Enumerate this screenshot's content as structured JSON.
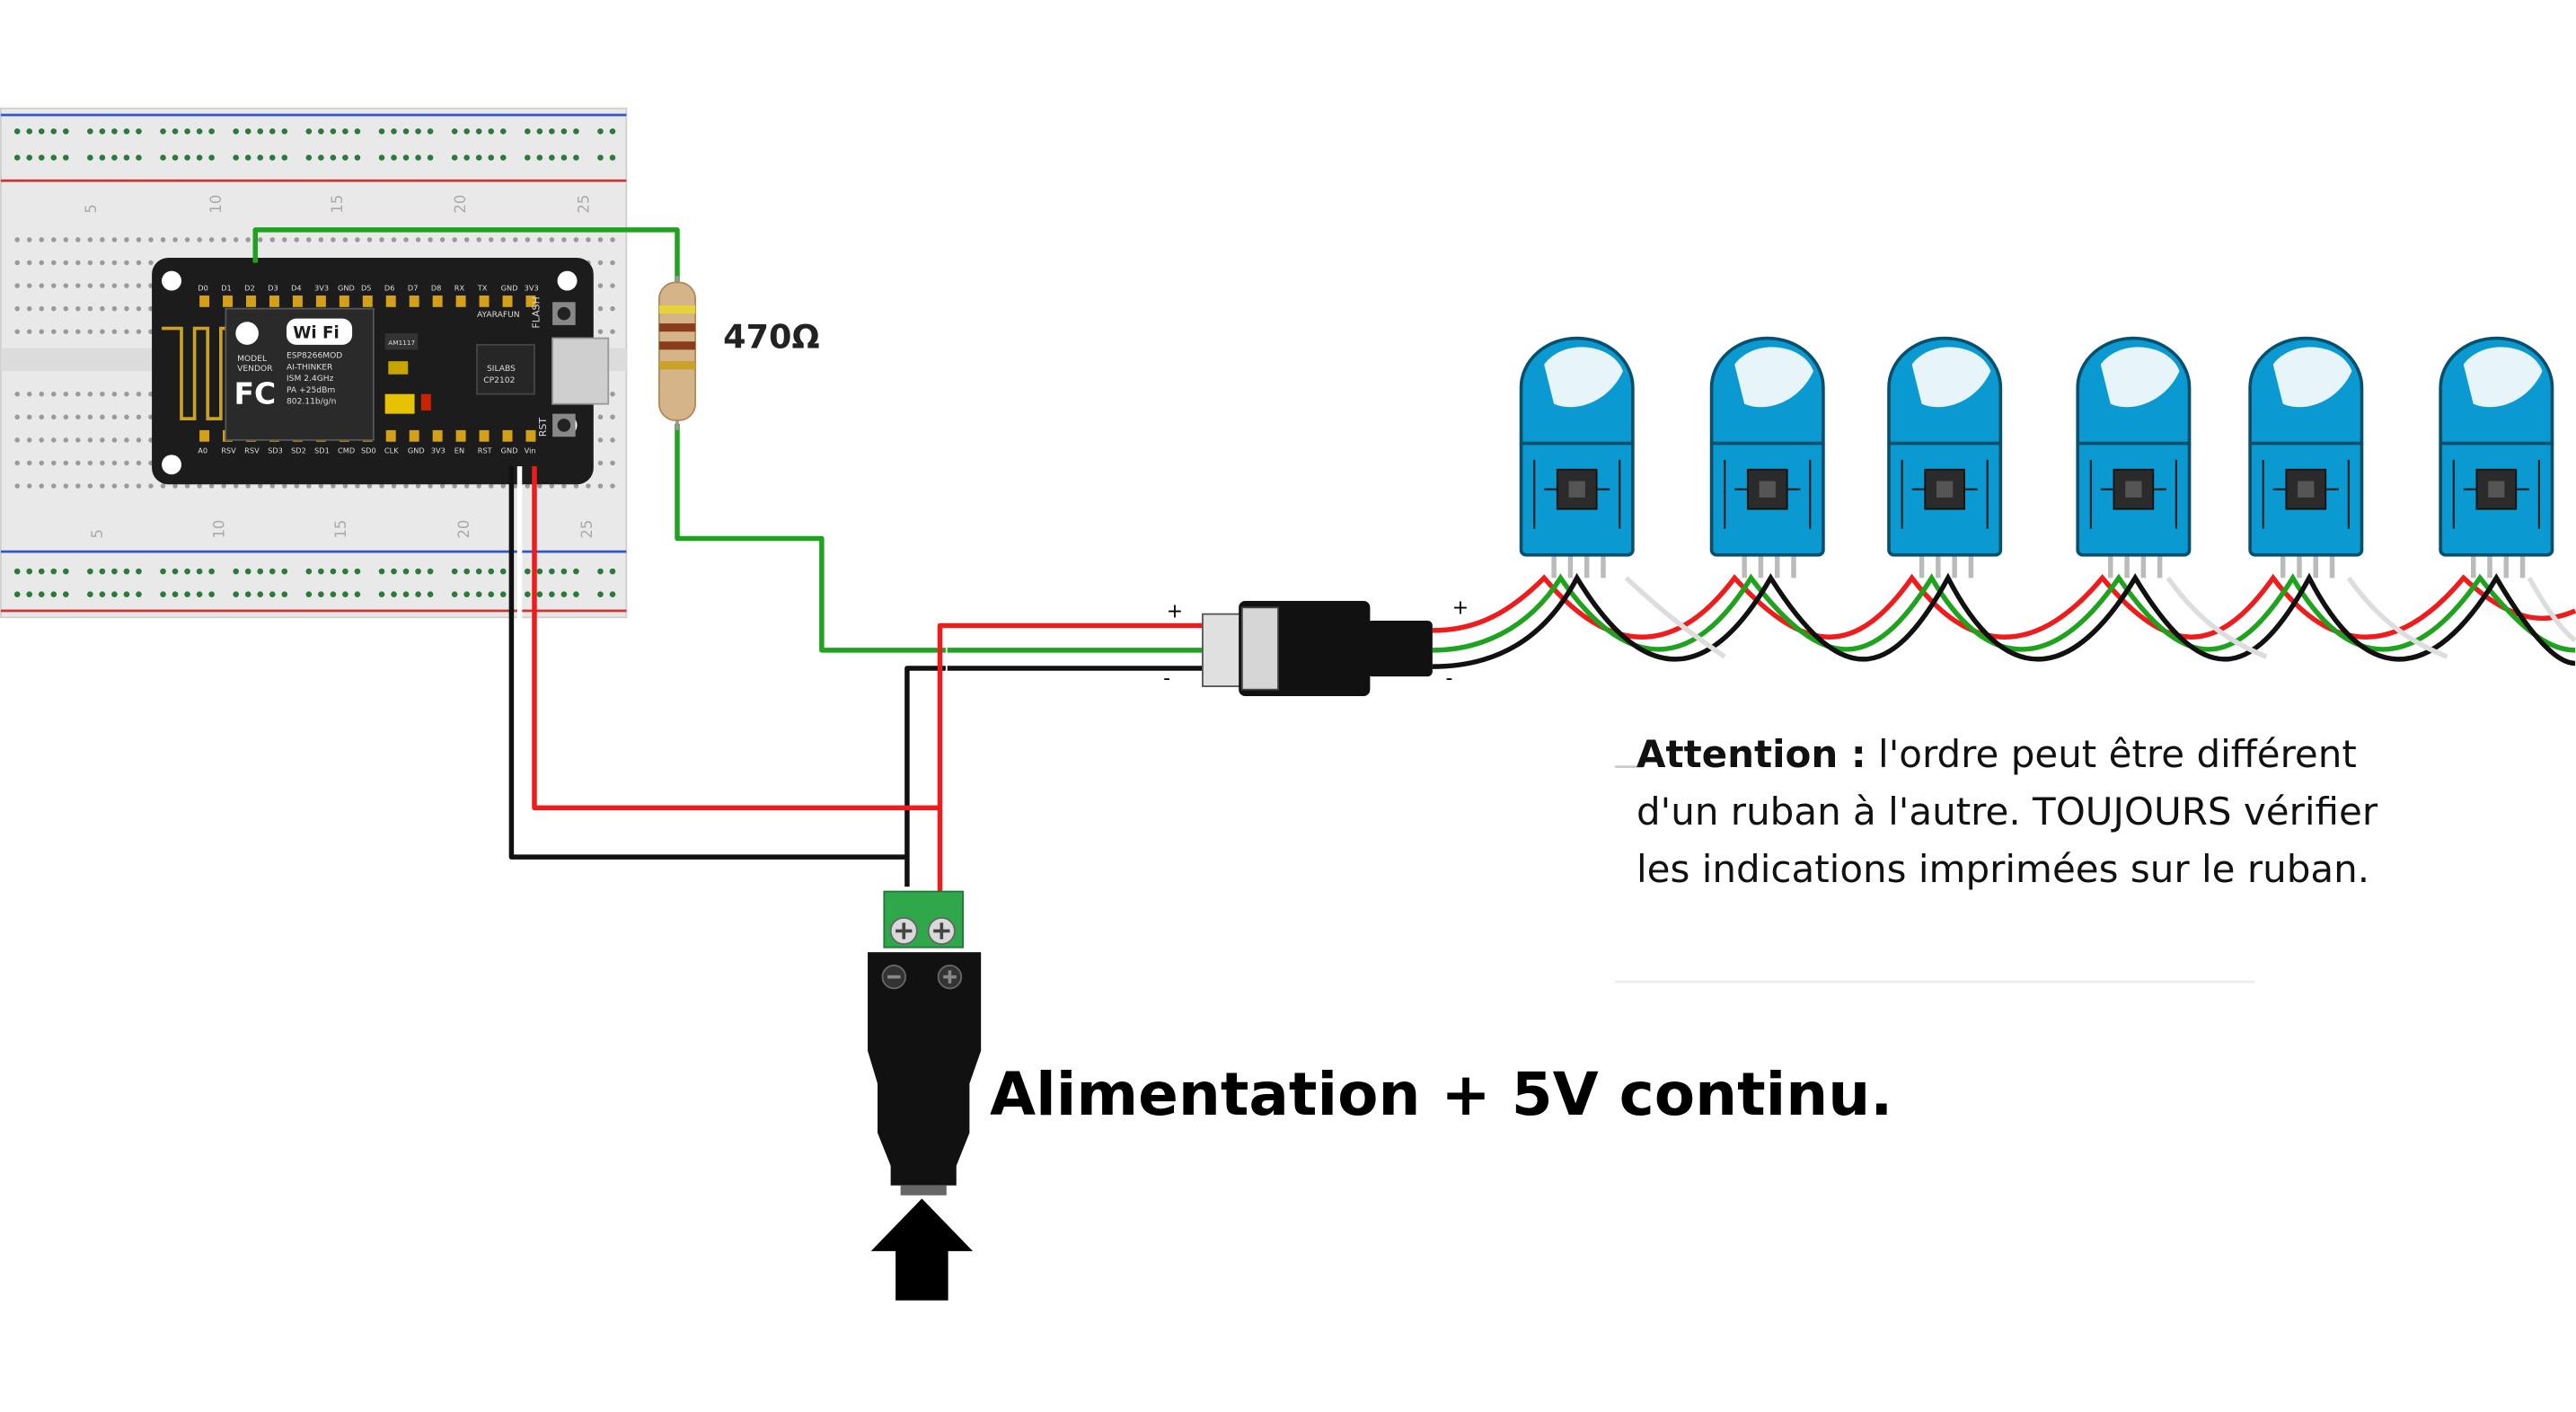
{
  "resistor": {
    "label": "470Ω"
  },
  "board": {
    "model": "MODEL",
    "vendor": "VENDOR",
    "module": "ESP8266MOD",
    "maker": "AI-THINKER",
    "wifi": "Wi Fi",
    "fc": "FC",
    "spec_1": "ISM 2.4GHz",
    "spec_2": "PA +25dBm",
    "spec_3": "802.11b/g/n",
    "chip": "SILABS",
    "chip_model": "CP2102",
    "regulator": "AM1117",
    "brand": "AYARAFUN",
    "flash": "FLASH",
    "rst": "RST",
    "top_pins": [
      "D0",
      "D1",
      "D2",
      "D3",
      "D4",
      "3V3",
      "GND",
      "D5",
      "D6",
      "D7",
      "D8",
      "RX",
      "TX",
      "GND",
      "3V3"
    ],
    "bottom_pins": [
      "A0",
      "RSV",
      "RSV",
      "SD3",
      "SD2",
      "SD1",
      "CMD",
      "SD0",
      "CLK",
      "GND",
      "3V3",
      "EN",
      "RST",
      "GND",
      "Vin"
    ]
  },
  "breadboard": {
    "col_numbers": [
      "5",
      "10",
      "15",
      "20",
      "25"
    ]
  },
  "connector_polarity": {
    "plus": "+",
    "minus": "-"
  },
  "note": {
    "bold": "Attention :",
    "line1": " l'ordre peut être différent",
    "line2": "d'un ruban à l'autre. TOUJOURS vérifier",
    "line3": "les indications imprimées sur le ruban."
  },
  "caption": "Alimentation + 5V continu.",
  "colors": {
    "wire_red": "#ee1c1c",
    "wire_green": "#1fa31f",
    "wire_black": "#111111",
    "led_blue": "#0a9ad1",
    "board_black": "#1c1c1c",
    "terminal_green": "#2ea84a"
  },
  "led_count": 6
}
